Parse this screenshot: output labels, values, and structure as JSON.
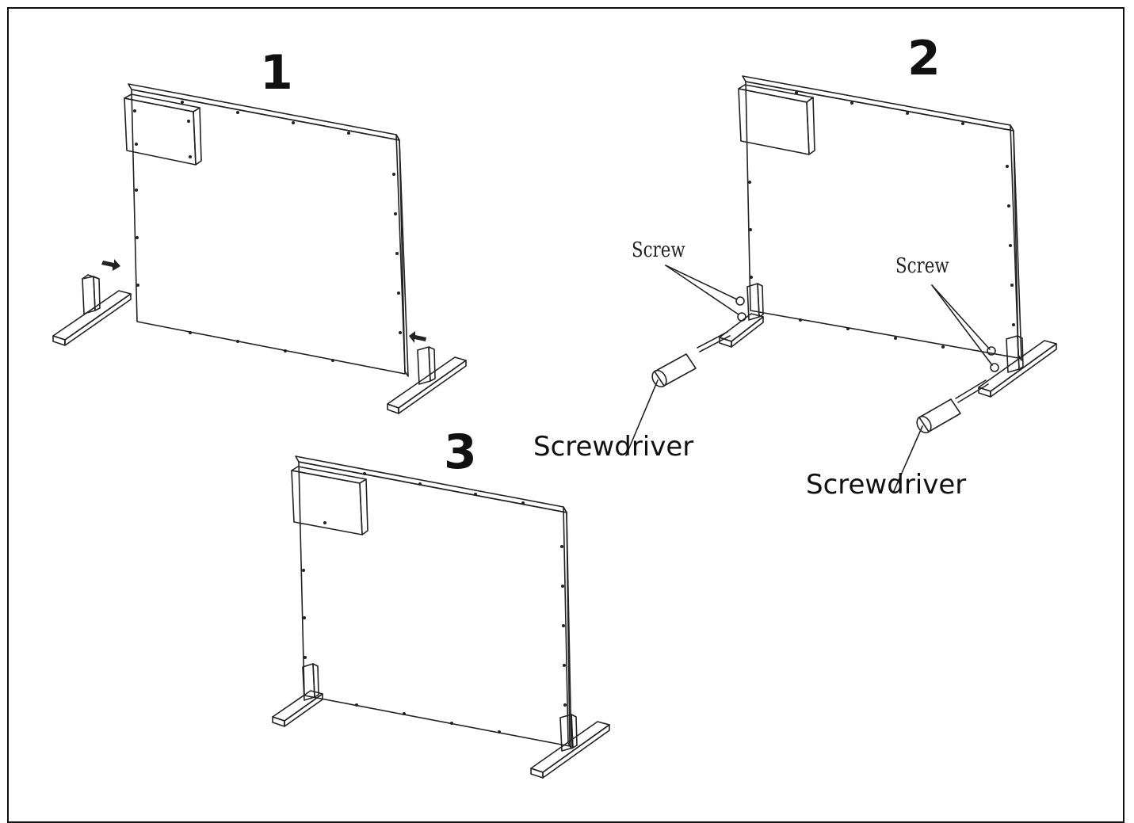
{
  "steps": {
    "step1": {
      "number": "1"
    },
    "step2": {
      "number": "2",
      "screw_left": "Screw",
      "screw_right": "Screw",
      "driver_left": "Screwdriver",
      "driver_right": "Screwdriver"
    },
    "step3": {
      "number": "3"
    }
  },
  "colors": {
    "line": "#222222",
    "frame": "#111111",
    "background": "#ffffff"
  }
}
